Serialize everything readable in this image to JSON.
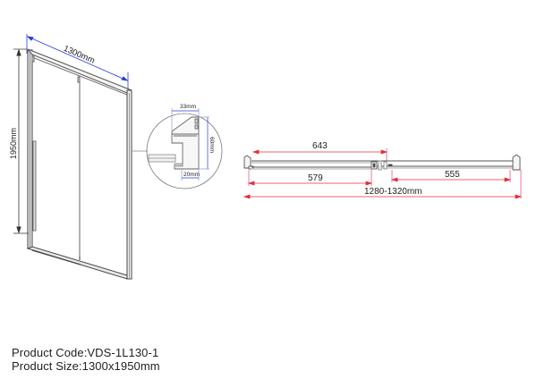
{
  "drawing": {
    "perspective_view": {
      "width_label": "1300mm",
      "height_label": "1950mm",
      "dimension_color": "#2a3fd6"
    },
    "detail_view": {
      "top_width_label": "33mm",
      "height_label": "60mm",
      "bottom_width_label": "20mm"
    },
    "plan_view": {
      "dim_top_label": "643",
      "dim_left_label": "579",
      "dim_right_label": "555",
      "dim_total_label": "1280-1320mm",
      "dimension_color": "#e0303a"
    }
  },
  "caption": {
    "product_code_label": "Product Code:",
    "product_code_value": "VDS-1L130-1",
    "product_size_label": "Product Size:",
    "product_size_value": "1300x1950mm"
  }
}
